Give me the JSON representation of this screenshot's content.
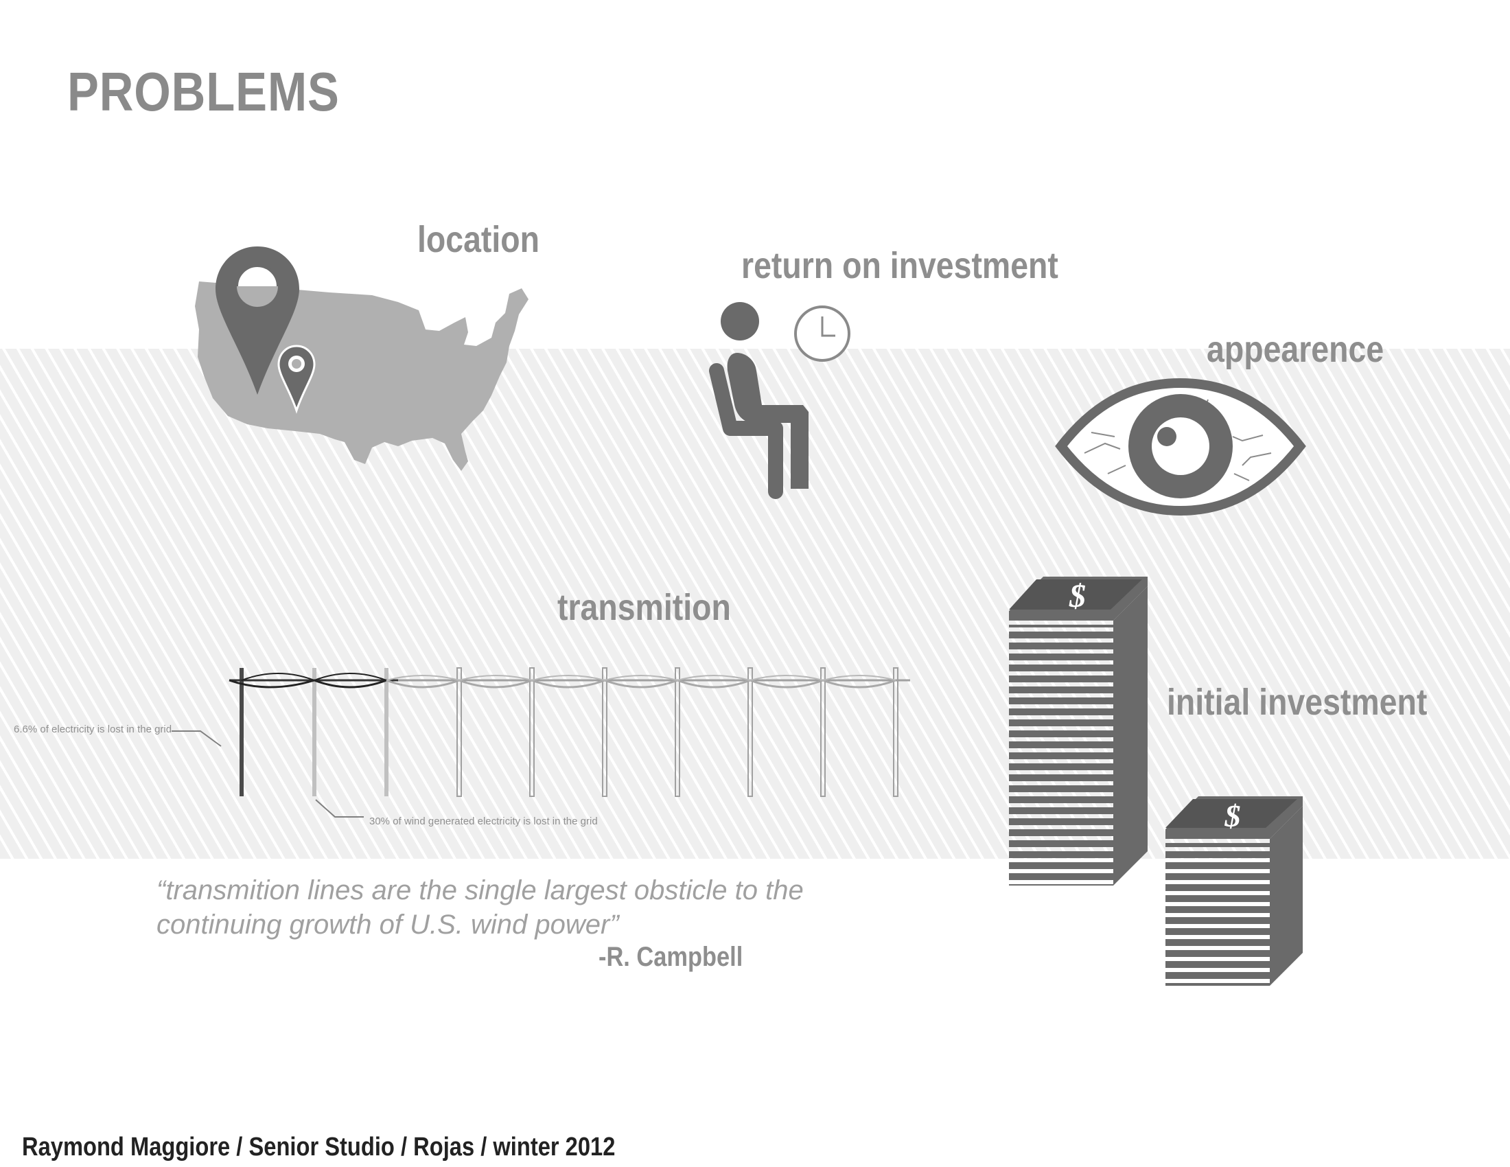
{
  "page": {
    "title": "PROBLEMS",
    "footer": "Raymond Maggiore / Senior Studio / Rojas / winter 2012"
  },
  "sections": {
    "location": {
      "label": "location",
      "icons": [
        "usa-map-icon",
        "location-pin-icon"
      ]
    },
    "roi": {
      "label": "return on investment",
      "icons": [
        "seated-person-icon",
        "clock-icon"
      ]
    },
    "appearance": {
      "label": "appearence",
      "icons": [
        "bloodshot-eye-icon"
      ]
    },
    "transmission": {
      "label": "transmition",
      "note_left": "6.6% of electricity is lost in the grid",
      "note_right": "30% of  wind generated electricity is lost in the grid",
      "icons": [
        "power-line-icon"
      ]
    },
    "initial_investment": {
      "label": "initial investment",
      "icons": [
        "money-stack-icon",
        "dollar-sign-icon"
      ]
    }
  },
  "quote": {
    "line1": "“transmition lines are the single largest obsticle to the",
    "line2": "continuing growth of U.S. wind power”",
    "author": "-R. Campbell"
  },
  "colors": {
    "icon_dark": "#6a6a6a",
    "icon_light": "#a8a8a8",
    "band": "#efefef",
    "label_gray": "#8e8e8e"
  }
}
